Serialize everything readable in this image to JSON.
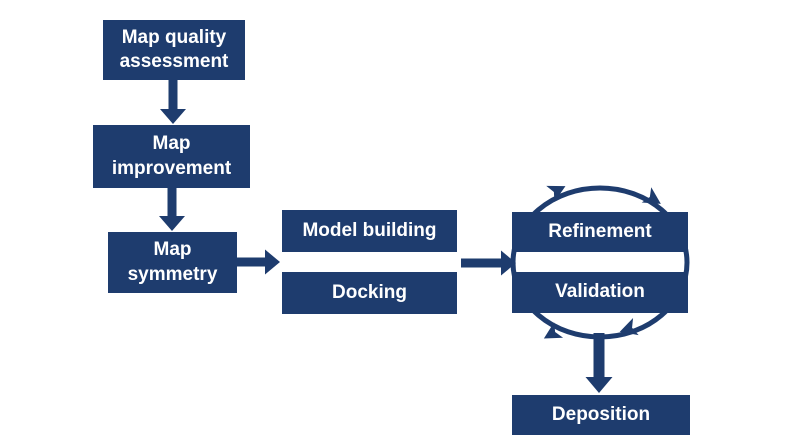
{
  "colors": {
    "node_fill": "#1E3C6E",
    "node_text": "#FFFFFF",
    "arrow": "#1E3C6E",
    "background": "#FFFFFF"
  },
  "nodes": {
    "map_quality": {
      "label": "Map quality assessment"
    },
    "map_improvement": {
      "label": "Map improvement"
    },
    "map_symmetry": {
      "label": "Map symmetry"
    },
    "model_building": {
      "label": "Model building"
    },
    "docking": {
      "label": "Docking"
    },
    "refinement": {
      "label": "Refinement"
    },
    "validation": {
      "label": "Validation"
    },
    "deposition": {
      "label": "Deposition"
    }
  },
  "edges": [
    {
      "from": "Map quality assessment",
      "to": "Map improvement",
      "type": "arrow-down"
    },
    {
      "from": "Map improvement",
      "to": "Map symmetry",
      "type": "arrow-down"
    },
    {
      "from": "Map symmetry",
      "to": "Model building / Docking",
      "type": "arrow-right"
    },
    {
      "from": "Model building / Docking",
      "to": "Refinement / Validation",
      "type": "arrow-right"
    },
    {
      "between": [
        "Refinement",
        "Validation"
      ],
      "type": "cycle",
      "direction": "clockwise"
    },
    {
      "from": "Refinement / Validation cycle",
      "to": "Deposition",
      "type": "arrow-down"
    }
  ]
}
